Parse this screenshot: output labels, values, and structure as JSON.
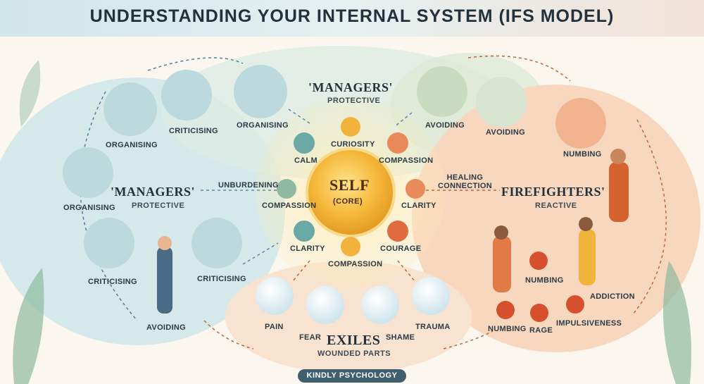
{
  "title": "UNDERSTANDING YOUR INTERNAL SYSTEM (IFS MODEL)",
  "self": {
    "title": "SELF",
    "subtitle": "(CORE)"
  },
  "managers_top": {
    "title": "'MANAGERS'",
    "subtitle": "PROTECTIVE"
  },
  "managers_left": {
    "title": "'MANAGERS'",
    "subtitle": "PROTECTIVE"
  },
  "firefighters": {
    "title": "FIREFIGHTERS'",
    "subtitle": "REACTIVE"
  },
  "exiles": {
    "title": "EXILES",
    "subtitle": "WOUNDED PARTS"
  },
  "self_qualities": [
    "CALM",
    "CURIOSITY",
    "COMPASSION",
    "COMPASSION",
    "CLARITY",
    "CLARITY",
    "COMPASSION",
    "COURAGE"
  ],
  "connectors": {
    "unburdening": "UNBURDENING",
    "healing": "HEALING\nCONNECTION"
  },
  "manager_figures": [
    "ORGANISING",
    "CRITICISING",
    "ORGANISING",
    "ORGANISING",
    "CRITICISING",
    "CRITICISING",
    "AVOIDING"
  ],
  "top_right_figures": [
    "AVOIDING",
    "AVOIDING"
  ],
  "firefighter_labels": [
    "NUMBING",
    "NUMBING",
    "ADDICTION",
    "NUMBING",
    "RAGE",
    "IMPULSIVENESS"
  ],
  "exile_labels": [
    "PAIN",
    "FEAR",
    "SHAME",
    "TRAUMA"
  ],
  "footer": "KINDLY PSYCHOLOGY",
  "colors": {
    "manager_blue": "#c9e3e6",
    "firefighter_orange": "#f6cdb0",
    "self_gold": "#f2b33d",
    "exile_peach": "#f7d9c4"
  }
}
